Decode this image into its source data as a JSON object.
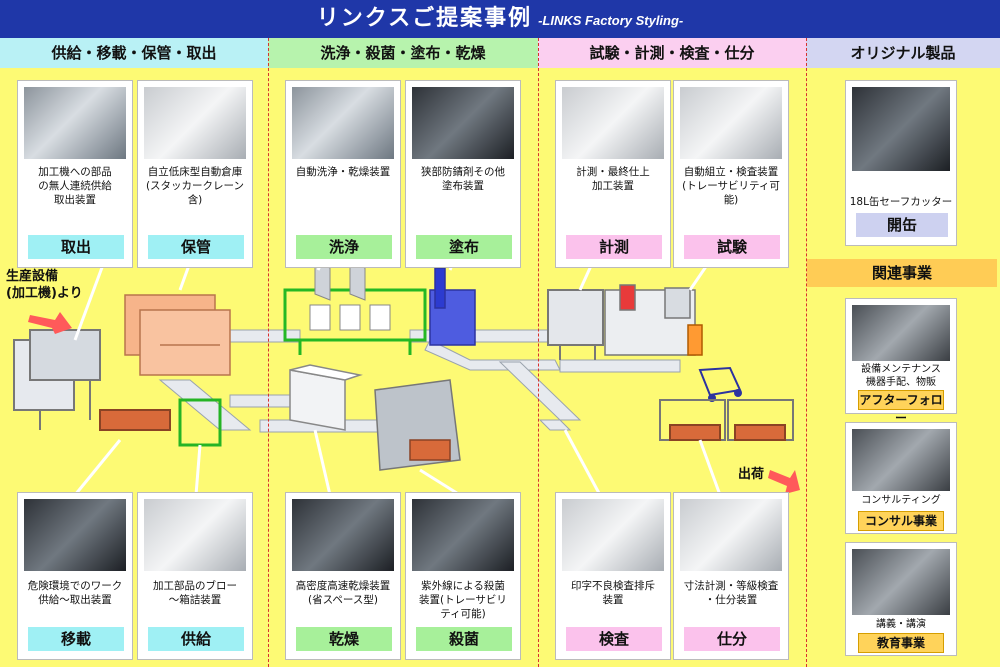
{
  "title": {
    "main": "リンクスご提案事例",
    "sub": "-LINKS Factory Styling-"
  },
  "columns": [
    {
      "label": "供給・移載・保管・取出",
      "bg": "#b9f1f5"
    },
    {
      "label": "洗浄・殺菌・塗布・乾燥",
      "bg": "#b7f3ad"
    },
    {
      "label": "試験・計測・検査・仕分",
      "bg": "#fbcff0"
    },
    {
      "label": "オリジナル製品",
      "bg": "#d3d6f2"
    }
  ],
  "top_cards": [
    {
      "desc": "加工機への部品\nの無人連続供給\n取出装置",
      "tag": "取出"
    },
    {
      "desc": "自立低床型自動倉庫\n(スタッカークレーン含)",
      "tag": "保管"
    },
    {
      "desc": "自動洗浄・乾燥装置",
      "tag": "洗浄"
    },
    {
      "desc": "狭部防錆剤その他\n塗布装置",
      "tag": "塗布"
    },
    {
      "desc": "計測・最終仕上\n加工装置",
      "tag": "計測"
    },
    {
      "desc": "自動組立・検査装置\n(トレーサビリティ可能)",
      "tag": "試験"
    }
  ],
  "bottom_cards": [
    {
      "desc": "危険環境でのワーク\n供給～取出装置",
      "tag": "移載"
    },
    {
      "desc": "加工部品のブロー\n～箱詰装置",
      "tag": "供給"
    },
    {
      "desc": "高密度高速乾燥装置\n(省スペース型)",
      "tag": "乾燥"
    },
    {
      "desc": "紫外線による殺菌\n装置(トレーサビリ\nティ可能)",
      "tag": "殺菌"
    },
    {
      "desc": "印字不良検査排斥\n装置",
      "tag": "検査"
    },
    {
      "desc": "寸法計測・等級検査\n・仕分装置",
      "tag": "仕分"
    }
  ],
  "original_product": {
    "desc": "18L缶セーフカッター",
    "tag": "開缶"
  },
  "related": {
    "heading": "関連事業",
    "items": [
      {
        "desc": "設備メンテナンス\n機器手配、物販",
        "tag": "アフターフォロー"
      },
      {
        "desc": "コンサルティング",
        "tag": "コンサル事業"
      },
      {
        "desc": "講義・講演",
        "tag": "教育事業"
      }
    ]
  },
  "labels": {
    "source": "生産設備\n(加工機)より",
    "shipping": "出荷"
  },
  "colors": {
    "background": "#fdfa74",
    "title_bar": "#1f37a8",
    "divider": "#d83030",
    "machine_orange": "#f7b48a",
    "machine_green": "#3bd13b",
    "machine_blue": "#4e5ce0"
  }
}
